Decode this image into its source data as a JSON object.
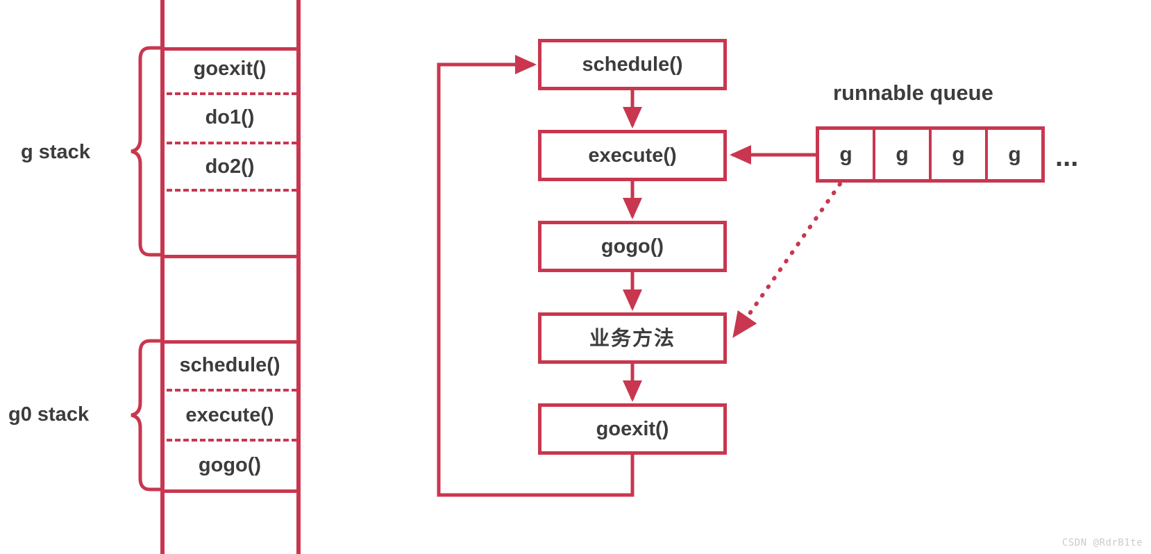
{
  "meta": {
    "accent_color": "#c8374f",
    "text_color": "#3c3c3c",
    "background_color": "#ffffff",
    "watermark": "CSDN @RdrB1te"
  },
  "stack_diagram": {
    "g_stack": {
      "label": "g stack",
      "frames": [
        "goexit()",
        "do1()",
        "do2()"
      ]
    },
    "g0_stack": {
      "label": "g0 stack",
      "frames": [
        "schedule()",
        "execute()",
        "gogo()"
      ]
    }
  },
  "flow": {
    "boxes": [
      {
        "id": "schedule",
        "label": "schedule()"
      },
      {
        "id": "execute",
        "label": "execute()"
      },
      {
        "id": "gogo",
        "label": "gogo()"
      },
      {
        "id": "business",
        "label": "业务方法"
      },
      {
        "id": "goexit",
        "label": "goexit()"
      }
    ]
  },
  "queue": {
    "title": "runnable queue",
    "cells": [
      "g",
      "g",
      "g",
      "g"
    ],
    "overflow": "..."
  }
}
